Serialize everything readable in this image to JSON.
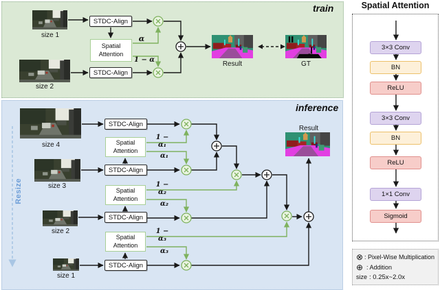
{
  "figure": {
    "train_label": "train",
    "inference_label": "inference",
    "resize_label": "Resize"
  },
  "train": {
    "inputs": [
      {
        "label": "size 1"
      },
      {
        "label": "size 2"
      }
    ],
    "stdc_top": "STDC-Align",
    "stdc_bottom": "STDC-Align",
    "spatial_attention": "Spatial Attention",
    "alpha": "α",
    "one_minus_alpha": "1 − α",
    "result_label": "Result",
    "gt_label": "GT"
  },
  "inference": {
    "inputs": [
      {
        "label": "size 4"
      },
      {
        "label": "size 3"
      },
      {
        "label": "size 2"
      },
      {
        "label": "size 1"
      }
    ],
    "stdc_labels": [
      "STDC-Align",
      "STDC-Align",
      "STDC-Align",
      "STDC-Align"
    ],
    "attention": [
      {
        "title": "Spatial Attention",
        "top": "1 − α₁",
        "bottom": "α₁"
      },
      {
        "title": "Spatial Attention",
        "top": "1 − α₂",
        "bottom": "α₂"
      },
      {
        "title": "Spatial Attention",
        "top": "1 − α₃",
        "bottom": "α₃"
      }
    ],
    "result_label": "Result"
  },
  "module": {
    "title": "Spatial Attention",
    "layers": [
      "3×3 Conv",
      "BN",
      "ReLU",
      "3×3 Conv",
      "BN",
      "ReLU",
      "1×1 Conv",
      "Sigmoid"
    ]
  },
  "legend": {
    "rows": [
      {
        "symbol": "⊗",
        "text": ": Pixel-Wise Multiplication"
      },
      {
        "symbol": "⊕",
        "text": ": Addition"
      },
      {
        "symbol": "size",
        "text": ": 0.25x~2.0x"
      }
    ]
  },
  "palette": {
    "train_bg": "#dbe9d5",
    "train_border": "#8fae8f",
    "inference_bg": "#d9e5f3",
    "inference_border": "#9ab6d6",
    "green_line": "#7fb25f",
    "resize_blue": "#6f9fd8",
    "conv_fill": "#ded4ef",
    "conv_border": "#b4a3d6",
    "bn_fill": "#fdf0d9",
    "bn_border": "#ecc06a",
    "relu_fill": "#f7cdc9",
    "relu_border": "#e0908d",
    "road_magenta": "#e23fe2",
    "vegetation_teal": "#2f9173"
  }
}
